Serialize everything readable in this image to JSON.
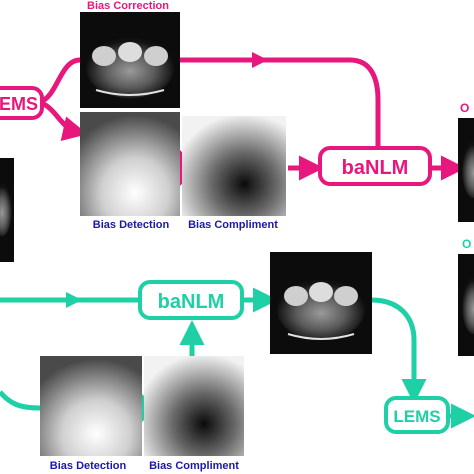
{
  "colors": {
    "pink": "#e8177e",
    "teal": "#1fcfa6",
    "label_blue": "#1a1aa8",
    "pink_label": "#e8177e"
  },
  "top_pipeline": {
    "stage_bias_correction": "Bias Correction",
    "stage_bias_detection": "Bias Detection",
    "stage_bias_compliment": "Bias Compliment",
    "node_lems": "LEMS",
    "node_banlm": "baNLM",
    "output_label": "O"
  },
  "bottom_pipeline": {
    "node_banlm": "baNLM",
    "node_lems": "LEMS",
    "stage_bias_detection": "Bias Detection",
    "stage_bias_compliment": "Bias Compliment",
    "output_label": "O"
  }
}
